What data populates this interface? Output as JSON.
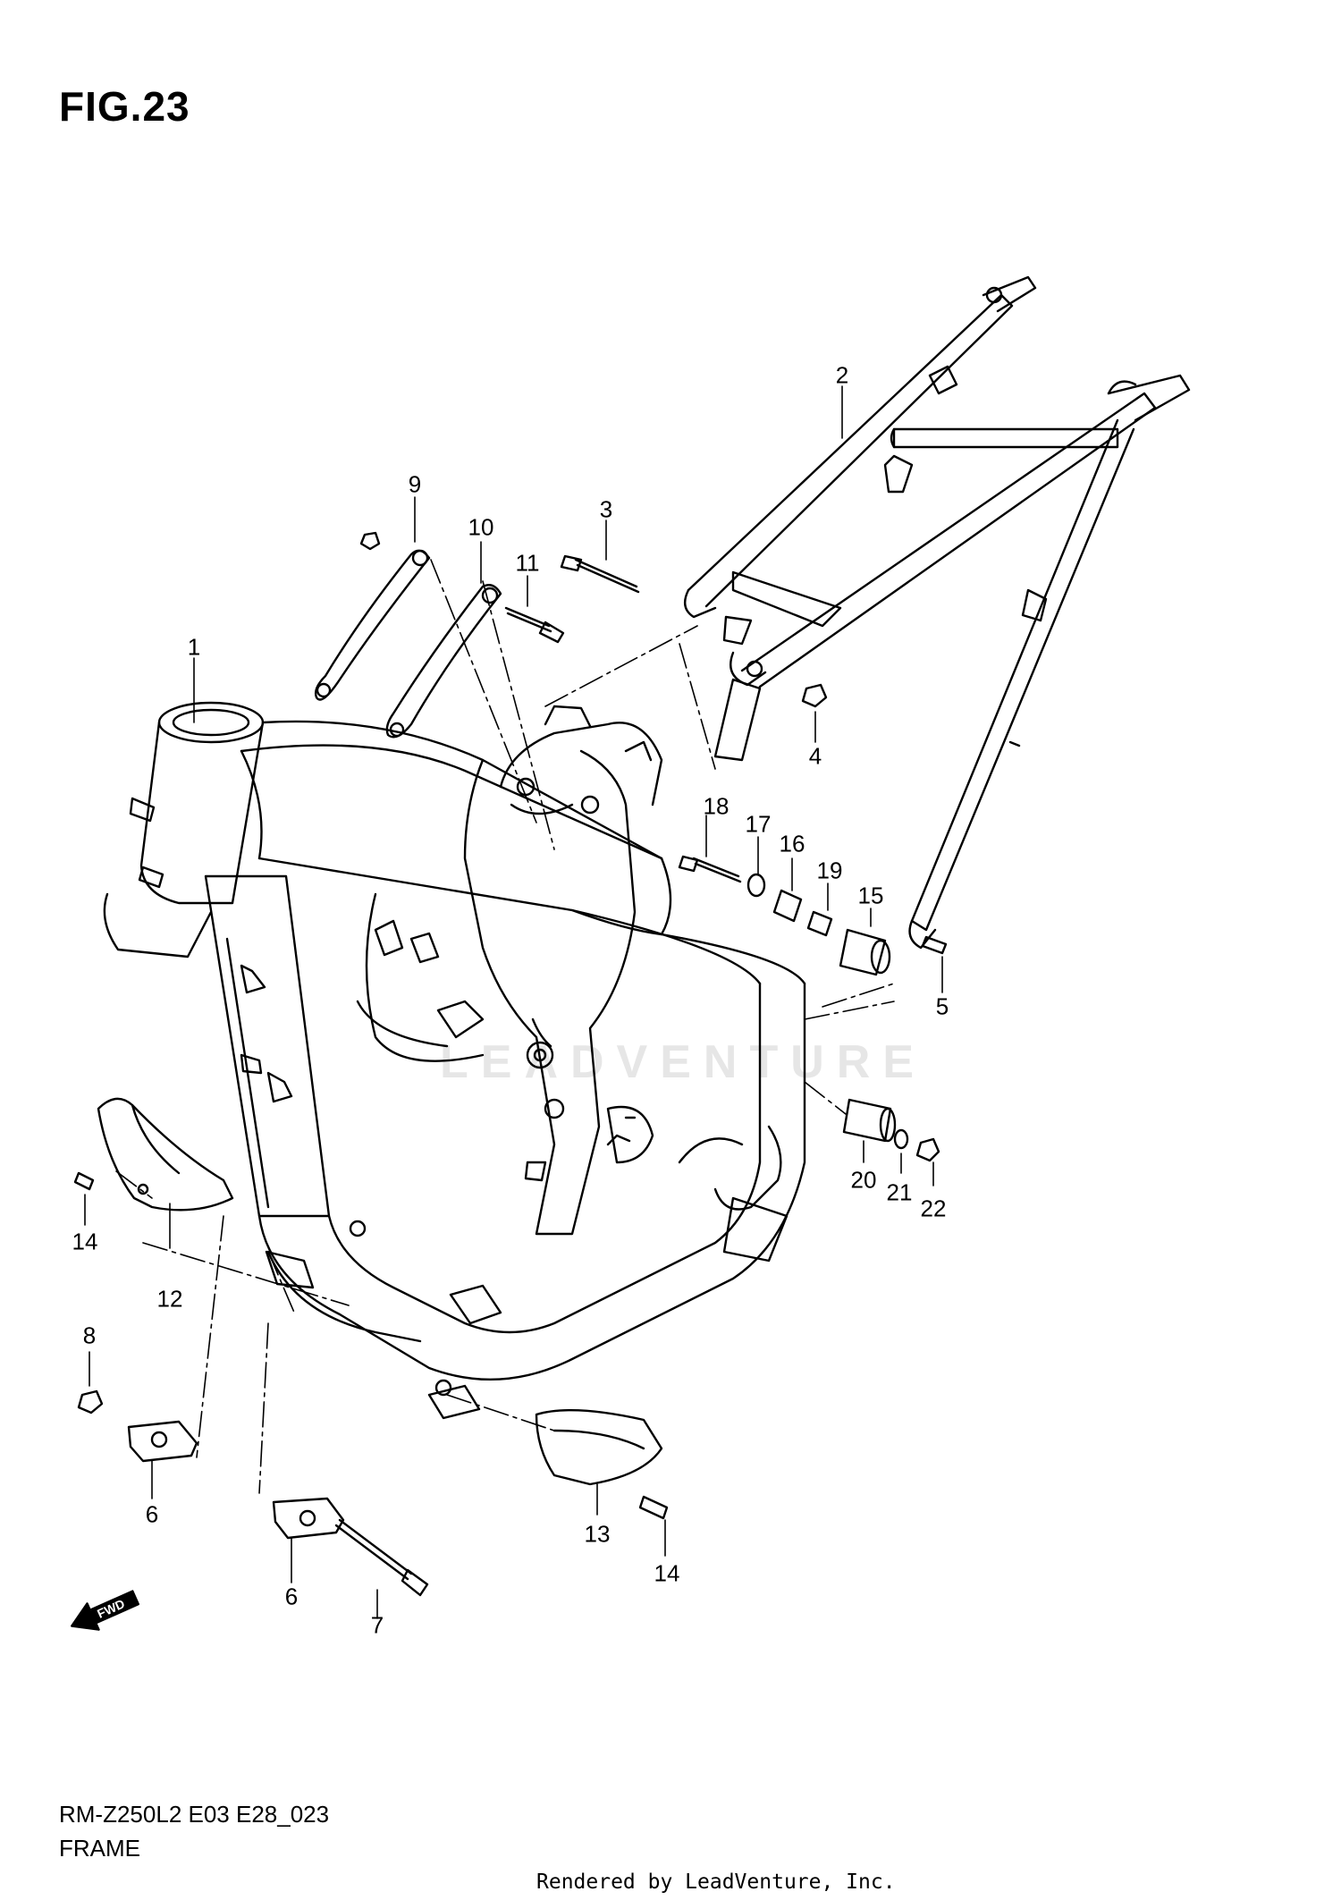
{
  "figure": {
    "title": "FIG.23"
  },
  "callouts": [
    {
      "id": "1",
      "label": "1"
    },
    {
      "id": "2",
      "label": "2"
    },
    {
      "id": "3",
      "label": "3"
    },
    {
      "id": "4",
      "label": "4"
    },
    {
      "id": "5",
      "label": "5"
    },
    {
      "id": "6a",
      "label": "6"
    },
    {
      "id": "6b",
      "label": "6"
    },
    {
      "id": "7",
      "label": "7"
    },
    {
      "id": "8",
      "label": "8"
    },
    {
      "id": "9",
      "label": "9"
    },
    {
      "id": "10",
      "label": "10"
    },
    {
      "id": "11",
      "label": "11"
    },
    {
      "id": "12",
      "label": "12"
    },
    {
      "id": "13",
      "label": "13"
    },
    {
      "id": "14a",
      "label": "14"
    },
    {
      "id": "14b",
      "label": "14"
    },
    {
      "id": "15",
      "label": "15"
    },
    {
      "id": "16",
      "label": "16"
    },
    {
      "id": "17",
      "label": "17"
    },
    {
      "id": "18",
      "label": "18"
    },
    {
      "id": "19",
      "label": "19"
    },
    {
      "id": "20",
      "label": "20"
    },
    {
      "id": "21",
      "label": "21"
    },
    {
      "id": "22",
      "label": "22"
    }
  ],
  "direction_marker": {
    "label": "FWD"
  },
  "watermark": {
    "text": "LEADVENTURE"
  },
  "footer": {
    "model_code": "RM-Z250L2 E03 E28_023",
    "section_name": "FRAME",
    "rendered_by": "Rendered by LeadVenture, Inc."
  }
}
